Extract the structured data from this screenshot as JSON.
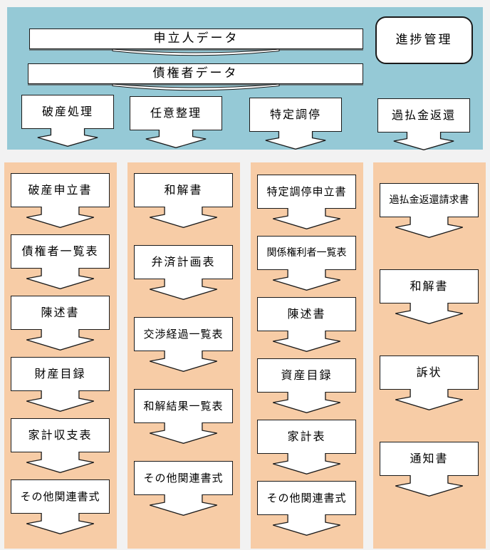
{
  "colors": {
    "top_panel_bg": "#95c9d6",
    "column_bg": "#f7cca6",
    "page_bg": "#f2f2f2",
    "box_bg": "#ffffff",
    "box_border": "#1a1a1a"
  },
  "top_panel": {
    "petitioner_box": "申立人データ",
    "creditor_box": "債権者データ",
    "progress_box": "進捗管理",
    "processes": [
      "破産処理",
      "任意整理",
      "特定調停",
      "過払金返還"
    ]
  },
  "columns": [
    {
      "documents": [
        "破産申立書",
        "債権者一覧表",
        "陳述書",
        "財産目録",
        "家計収支表",
        "その他関連書式"
      ]
    },
    {
      "documents": [
        "和解書",
        "弁済計画表",
        "交渉経過一覧表",
        "和解結果一覧表",
        "その他関連書式"
      ]
    },
    {
      "documents": [
        "特定調停申立書",
        "関係権利者一覧表",
        "陳述書",
        "資産目録",
        "家計表",
        "その他関連書式"
      ]
    },
    {
      "documents": [
        "過払金返還請求書",
        "和解書",
        "訴状",
        "通知書"
      ]
    }
  ]
}
